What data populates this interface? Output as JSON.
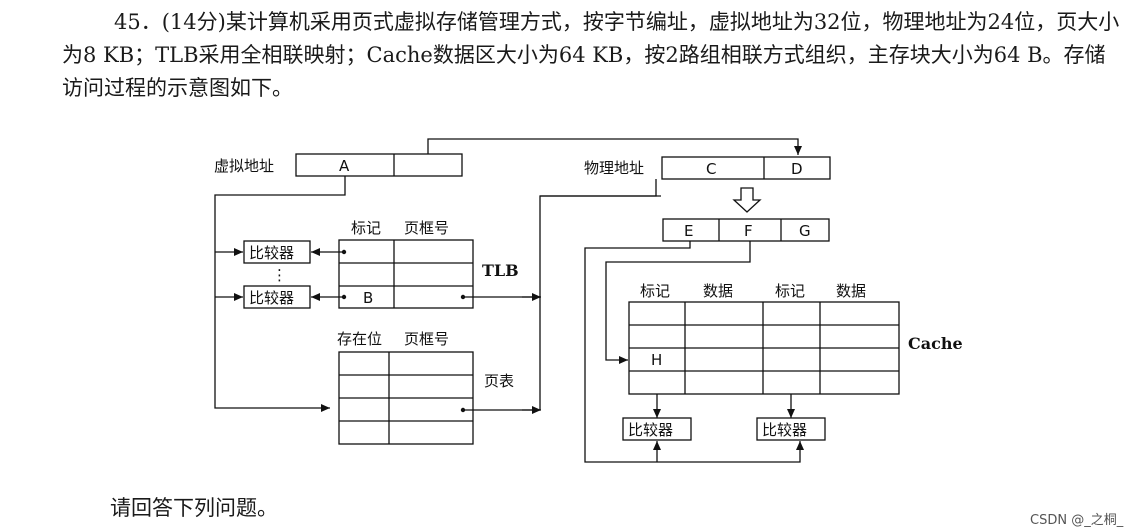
{
  "question": {
    "text": "45．(14分)某计算机采用页式虚拟存储管理方式，按字节编址，虚拟地址为32位，物理地址为24位，页大小为8 KB；TLB采用全相联映射；Cache数据区大小为64 KB，按2路组相联方式组织，主存块大小为64 B。存储访问过程的示意图如下。",
    "footer": "请回答下列问题。"
  },
  "diagram": {
    "virtual_address_label": "虚拟地址",
    "physical_address_label": "物理地址",
    "field_a": "A",
    "field_b": "B",
    "field_c": "C",
    "field_d": "D",
    "field_e": "E",
    "field_f": "F",
    "field_g": "G",
    "field_h": "H",
    "tlb": {
      "col_tag": "标记",
      "col_frame": "页框号",
      "label": "TLB"
    },
    "comparator": "比较器",
    "ellipsis": "⋮",
    "page_table": {
      "col_valid": "存在位",
      "col_frame": "页框号",
      "label": "页表"
    },
    "cache": {
      "col_tag1": "标记",
      "col_data1": "数据",
      "col_tag2": "标记",
      "col_data2": "数据",
      "label": "Cache"
    }
  },
  "watermark": "CSDN @_之桐_"
}
